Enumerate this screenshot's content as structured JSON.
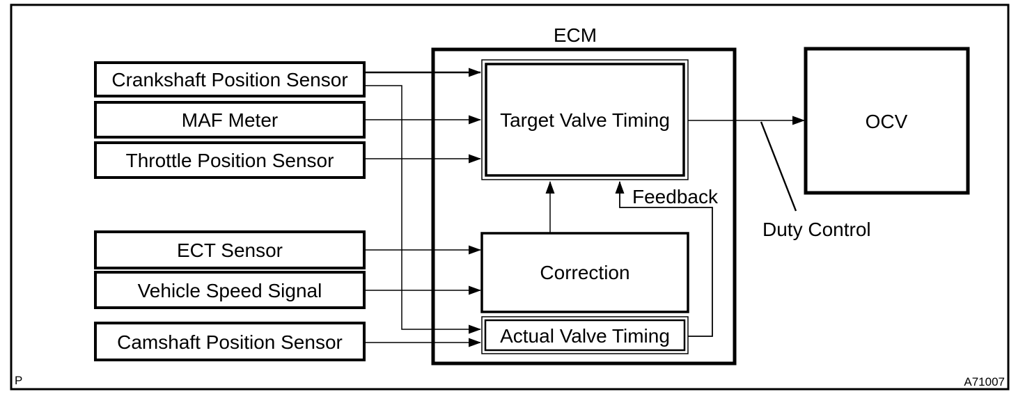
{
  "figure": {
    "type": "block-diagram",
    "title": "ECM",
    "page_marker": "P",
    "figure_code": "A71007",
    "colors": {
      "ink": "#000000",
      "background": "#ffffff"
    },
    "inputs": [
      {
        "label": "Crankshaft Position Sensor"
      },
      {
        "label": "MAF Meter"
      },
      {
        "label": "Throttle Position Sensor"
      },
      {
        "label": "ECT Sensor"
      },
      {
        "label": "Vehicle Speed Signal"
      },
      {
        "label": "Camshaft Position Sensor"
      }
    ],
    "ecm": {
      "title": "ECM",
      "blocks": {
        "target": "Target Valve Timing",
        "correction": "Correction",
        "actual": "Actual Valve Timing"
      }
    },
    "output_block": {
      "label": "OCV"
    },
    "annotations": {
      "feedback": "Feedback",
      "duty_control": "Duty Control"
    },
    "connections": [
      {
        "from": "Crankshaft Position Sensor",
        "to": "Target Valve Timing"
      },
      {
        "from": "Crankshaft Position Sensor",
        "to": "Actual Valve Timing"
      },
      {
        "from": "MAF Meter",
        "to": "Target Valve Timing"
      },
      {
        "from": "Throttle Position Sensor",
        "to": "Target Valve Timing"
      },
      {
        "from": "ECT Sensor",
        "to": "Correction"
      },
      {
        "from": "Vehicle Speed Signal",
        "to": "Correction"
      },
      {
        "from": "Camshaft Position Sensor",
        "to": "Actual Valve Timing"
      },
      {
        "from": "Correction",
        "to": "Target Valve Timing"
      },
      {
        "from": "Actual Valve Timing",
        "to": "Target Valve Timing",
        "label": "Feedback"
      },
      {
        "from": "Target Valve Timing",
        "to": "OCV",
        "label": "Duty Control"
      }
    ]
  }
}
